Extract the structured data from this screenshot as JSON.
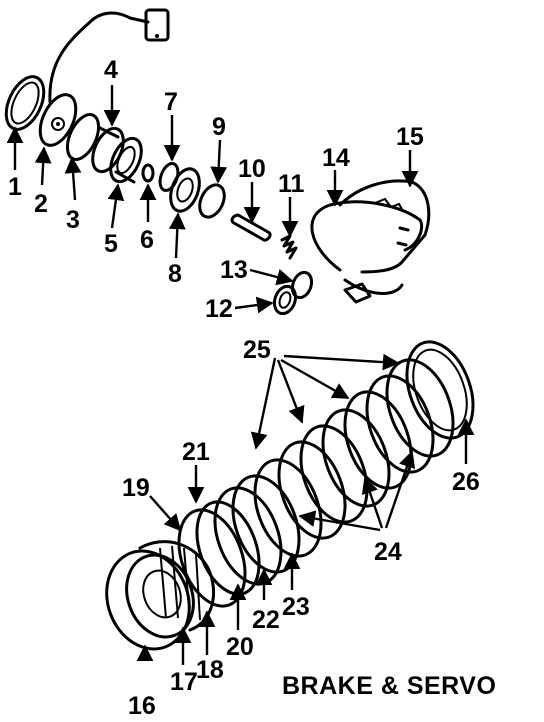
{
  "diagram": {
    "caption": "BRAKE & SERVO",
    "callouts": {
      "c1": "1",
      "c2": "2",
      "c3": "3",
      "c4": "4",
      "c5": "5",
      "c6": "6",
      "c7": "7",
      "c8": "8",
      "c9": "9",
      "c10": "10",
      "c11": "11",
      "c12": "12",
      "c13": "13",
      "c14": "14",
      "c15": "15",
      "c16": "16",
      "c17": "17",
      "c18": "18",
      "c19": "19",
      "c20": "20",
      "c21": "21",
      "c22": "22",
      "c23": "23",
      "c24": "24",
      "c25": "25",
      "c26": "26"
    }
  }
}
